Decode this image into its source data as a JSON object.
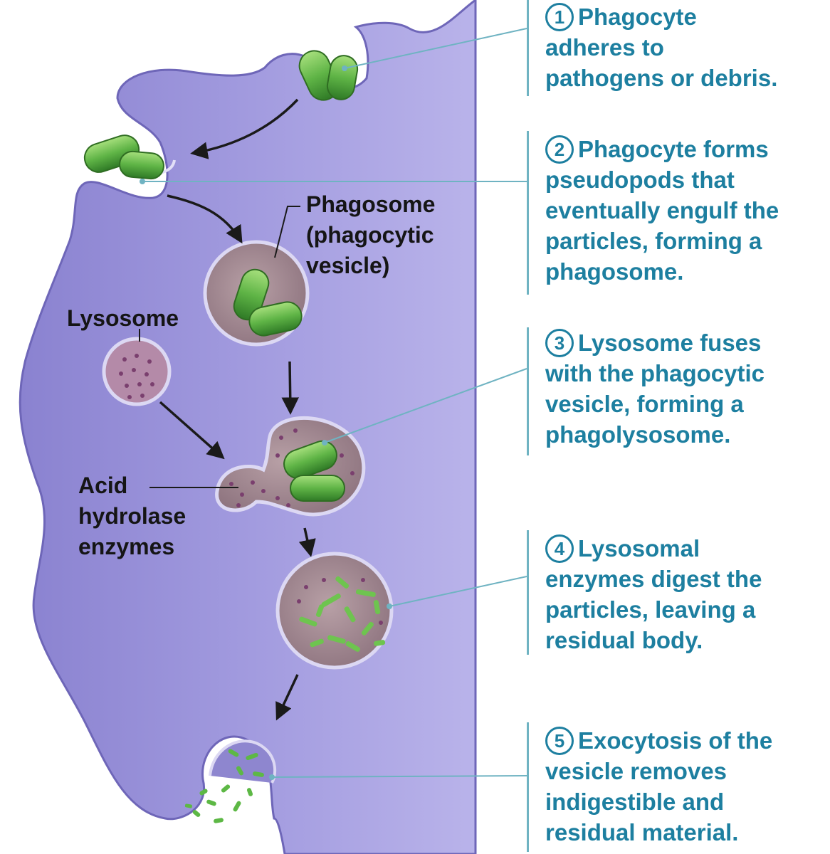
{
  "colors": {
    "cell_fill": "#9c95d8",
    "cell_edge": "#6e66b8",
    "bacterium": "#62b24a",
    "vesicle_fill": "#a88d95",
    "step_text": "#1d7fa0",
    "leader_line": "#6fb3c2"
  },
  "labels": {
    "phagosome": [
      "Phagosome",
      "(phagocytic",
      "vesicle)"
    ],
    "lysosome": [
      "Lysosome"
    ],
    "acid": [
      "Acid",
      "hydrolase",
      "enzymes"
    ]
  },
  "steps": [
    {
      "number": "1",
      "lines": [
        "Phagocyte",
        "adheres to",
        "pathogens or debris."
      ]
    },
    {
      "number": "2",
      "lines": [
        "Phagocyte forms",
        "pseudopods that",
        "eventually engulf the",
        "particles, forming a",
        "phagosome."
      ]
    },
    {
      "number": "3",
      "lines": [
        "Lysosome fuses",
        "with the phagocytic",
        "vesicle, forming a",
        "phagolysosome."
      ]
    },
    {
      "number": "4",
      "lines": [
        "Lysosomal",
        "enzymes digest the",
        "particles, leaving a",
        "residual body."
      ]
    },
    {
      "number": "5",
      "lines": [
        "Exocytosis of the",
        "vesicle removes",
        "indigestible and",
        "residual material."
      ]
    }
  ]
}
